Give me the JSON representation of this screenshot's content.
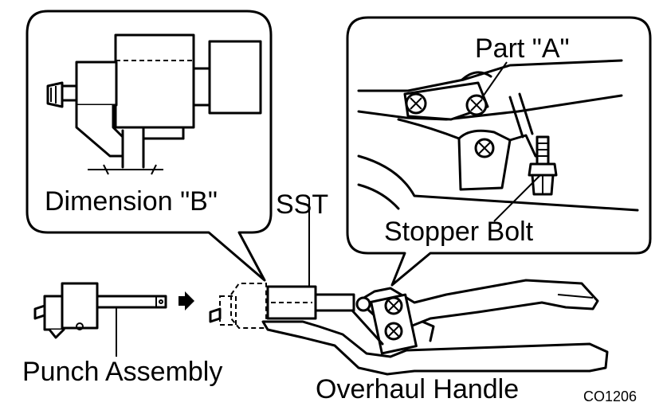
{
  "labels": {
    "dimension_b": "Dimension \"B\"",
    "sst": "SST",
    "part_a": "Part \"A\"",
    "stopper_bolt": "Stopper Bolt",
    "punch_assembly": "Punch Assembly",
    "overhaul_handle": "Overhaul Handle",
    "figure_code": "CO1206"
  }
}
